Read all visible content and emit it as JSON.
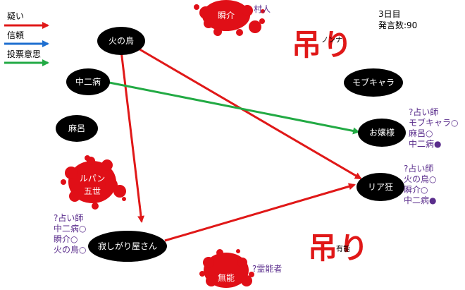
{
  "legend": [
    {
      "label": "疑い",
      "color": "#e01818"
    },
    {
      "label": "信頼",
      "color": "#1e6fd0"
    },
    {
      "label": "投票意思",
      "color": "#22aa44"
    }
  ],
  "status": {
    "day": "3日目",
    "speech_count": "発言数:90"
  },
  "nodes": {
    "hinotori": "火の鳥",
    "chuunibyou": "中二病",
    "asaro": "麻呂",
    "mobchara": "モブキャラ",
    "ojousama": "お嬢様",
    "riakyou": "リア狂",
    "sabishigari": "寂しがり屋さん"
  },
  "dead": {
    "shunsuke": "瞬介",
    "lupin": [
      "ルパン",
      "五世"
    ],
    "nounashi": "無能"
  },
  "annotations": {
    "shunsuke_role": "村人",
    "nounashi_role": "?霊能者",
    "ojousama": [
      "?占い師",
      "モブキャラ○",
      "麻呂○",
      "中二病●"
    ],
    "riakyou": [
      "?占い師",
      "火の鳥○",
      "瞬介○",
      "中二病●"
    ],
    "sabishigari": [
      "?占い師",
      "中二病○",
      "瞬介○",
      "火の鳥○"
    ]
  },
  "hanged": {
    "label": "吊り",
    "top_note": "ノンナ",
    "bottom_note": "有能"
  }
}
